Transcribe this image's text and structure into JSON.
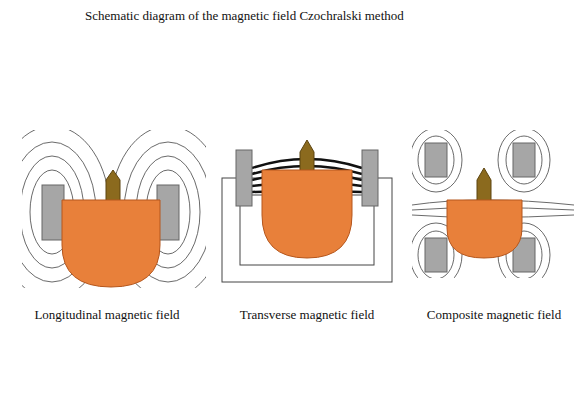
{
  "diagram": {
    "title": "Schematic diagram of the magnetic field Czochralski method",
    "labels": [
      "Longitudinal magnetic field",
      "Transverse magnetic field",
      "Composite magnetic field"
    ]
  }
}
